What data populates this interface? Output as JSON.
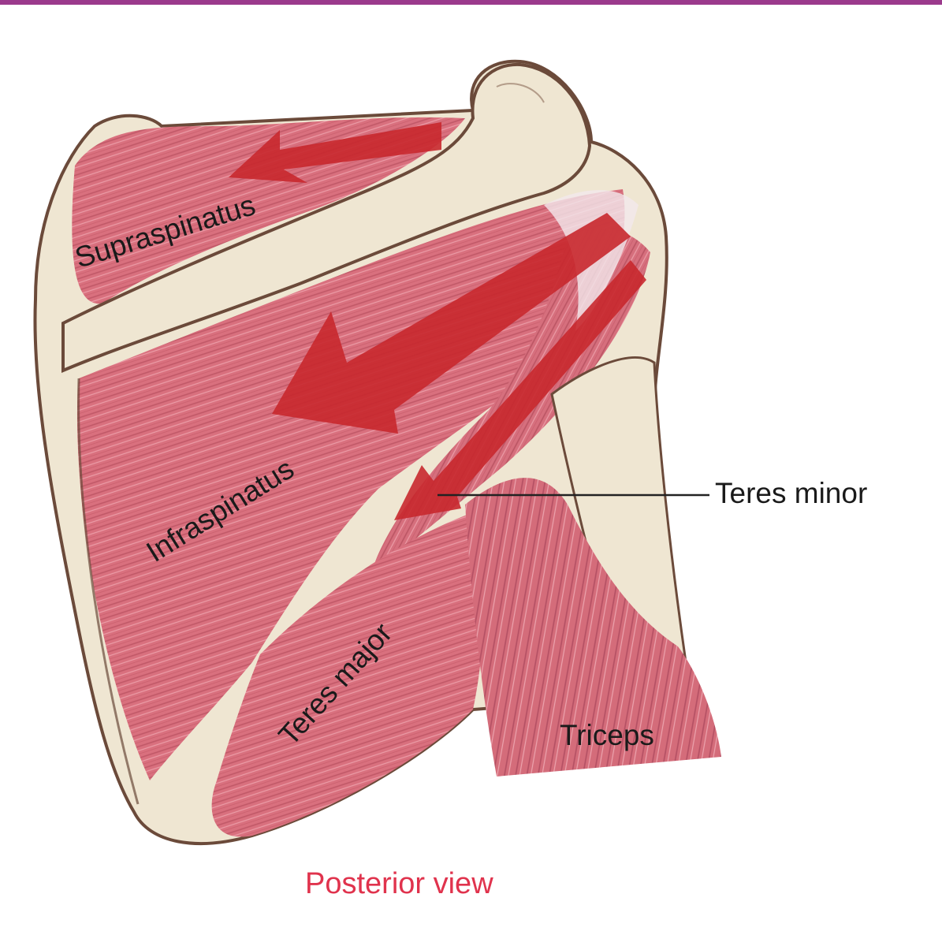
{
  "labels": {
    "supraspinatus": "Supraspinatus",
    "infraspinatus": "Infraspinatus",
    "teres_minor": "Teres minor",
    "teres_major": "Teres major",
    "triceps": "Triceps"
  },
  "caption": "Posterior view",
  "colors": {
    "top_rule": "#9b3a8c",
    "caption": "#e0334d",
    "bone": "#efe6d2",
    "bone_outline": "#6b4a3a",
    "muscle": "#d9707e",
    "muscle_dark": "#b8505f",
    "arrow": "#c8282e",
    "leader_line": "#222222"
  }
}
